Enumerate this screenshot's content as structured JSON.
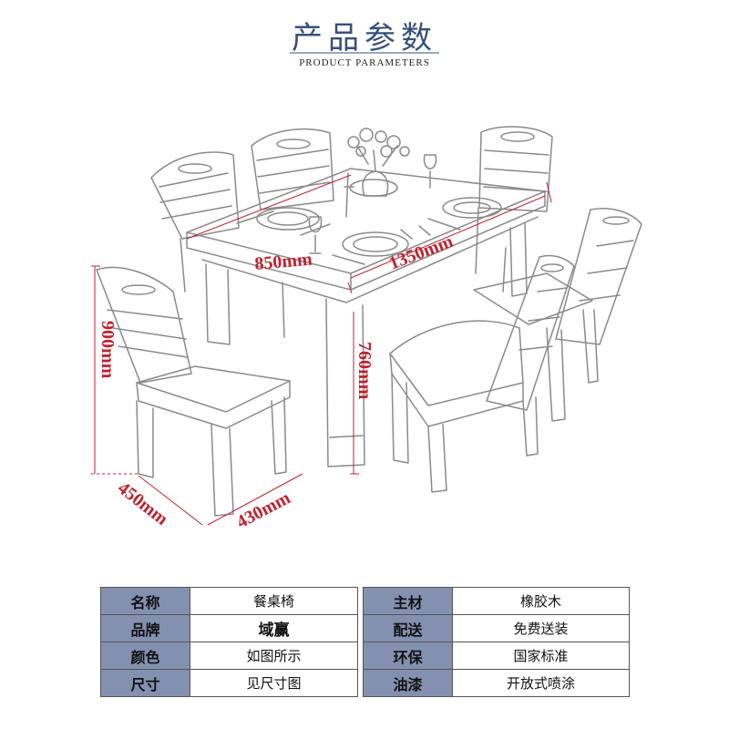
{
  "header": {
    "title_cn": "产品参数",
    "title_en": "PRODUCT PARAMETERS"
  },
  "colors": {
    "title": "#36507a",
    "dimension": "#c0212c",
    "table_key_bg": "#8390b0",
    "sketch_line": "#8a8a8a"
  },
  "dimensions": {
    "table_width": "850mm",
    "table_length": "1350mm",
    "table_height": "760mm",
    "chair_height": "900mm",
    "chair_depth": "450mm",
    "chair_width": "430mm"
  },
  "specs": {
    "rows": [
      {
        "k1": "名称",
        "v1": "餐桌椅",
        "k2": "主材",
        "v2": "橡胶木"
      },
      {
        "k1": "品牌",
        "v1": "域赢",
        "k2": "配送",
        "v2": "免费送装"
      },
      {
        "k1": "颜色",
        "v1": "如图所示",
        "k2": "环保",
        "v2": "国家标准"
      },
      {
        "k1": "尺寸",
        "v1": "见尺寸图",
        "k2": "油漆",
        "v2": "开放式喷涂"
      }
    ]
  }
}
